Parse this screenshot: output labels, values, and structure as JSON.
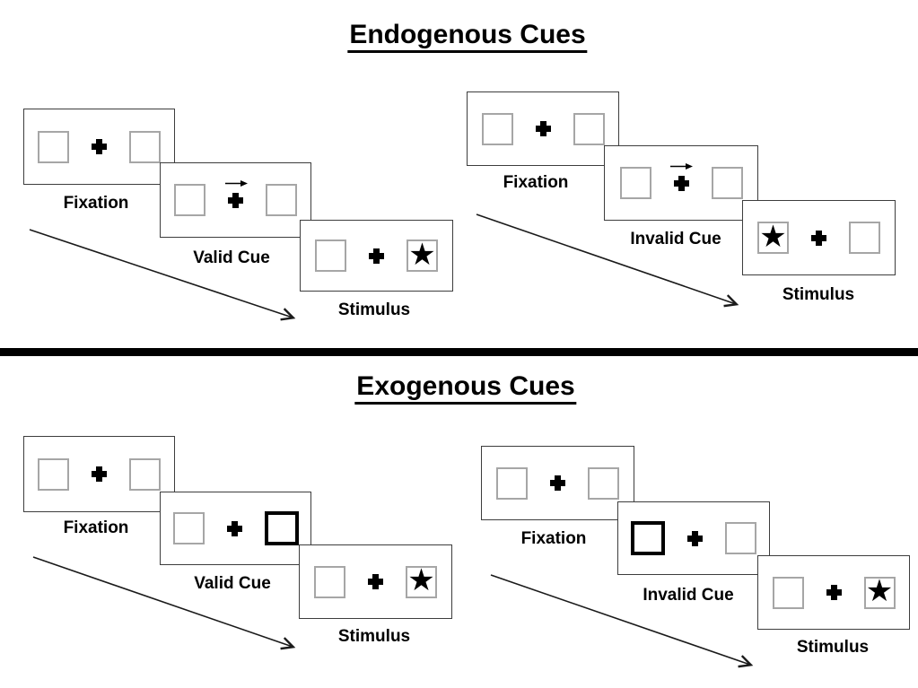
{
  "slide": {
    "background": "#ffffff",
    "divider_color": "#000000"
  },
  "icons": {
    "star": "★"
  },
  "colors": {
    "panel_border": "#3d3d3d",
    "box_border": "#a6a6a6",
    "highlight_box_border": "#000000",
    "text": "#000000"
  },
  "sections": [
    {
      "title": "Endogenous Cues",
      "sequences": [
        {
          "cue_validity": "valid",
          "cue_kind": "central-arrow",
          "cue_arrow_direction": "right",
          "stimulus_star_side": "right",
          "steps": [
            {
              "label": "Fixation"
            },
            {
              "label": "Valid Cue"
            },
            {
              "label": "Stimulus"
            }
          ]
        },
        {
          "cue_validity": "invalid",
          "cue_kind": "central-arrow",
          "cue_arrow_direction": "right",
          "stimulus_star_side": "left",
          "steps": [
            {
              "label": "Fixation"
            },
            {
              "label": "Invalid Cue"
            },
            {
              "label": "Stimulus"
            }
          ]
        }
      ]
    },
    {
      "title": "Exogenous Cues",
      "sequences": [
        {
          "cue_validity": "valid",
          "cue_kind": "peripheral-box-highlight",
          "cue_highlight_side": "right",
          "stimulus_star_side": "right",
          "steps": [
            {
              "label": "Fixation"
            },
            {
              "label": "Valid Cue"
            },
            {
              "label": "Stimulus"
            }
          ]
        },
        {
          "cue_validity": "invalid",
          "cue_kind": "peripheral-box-highlight",
          "cue_highlight_side": "left",
          "stimulus_star_side": "right",
          "steps": [
            {
              "label": "Fixation"
            },
            {
              "label": "Invalid Cue"
            },
            {
              "label": "Stimulus"
            }
          ]
        }
      ]
    }
  ]
}
